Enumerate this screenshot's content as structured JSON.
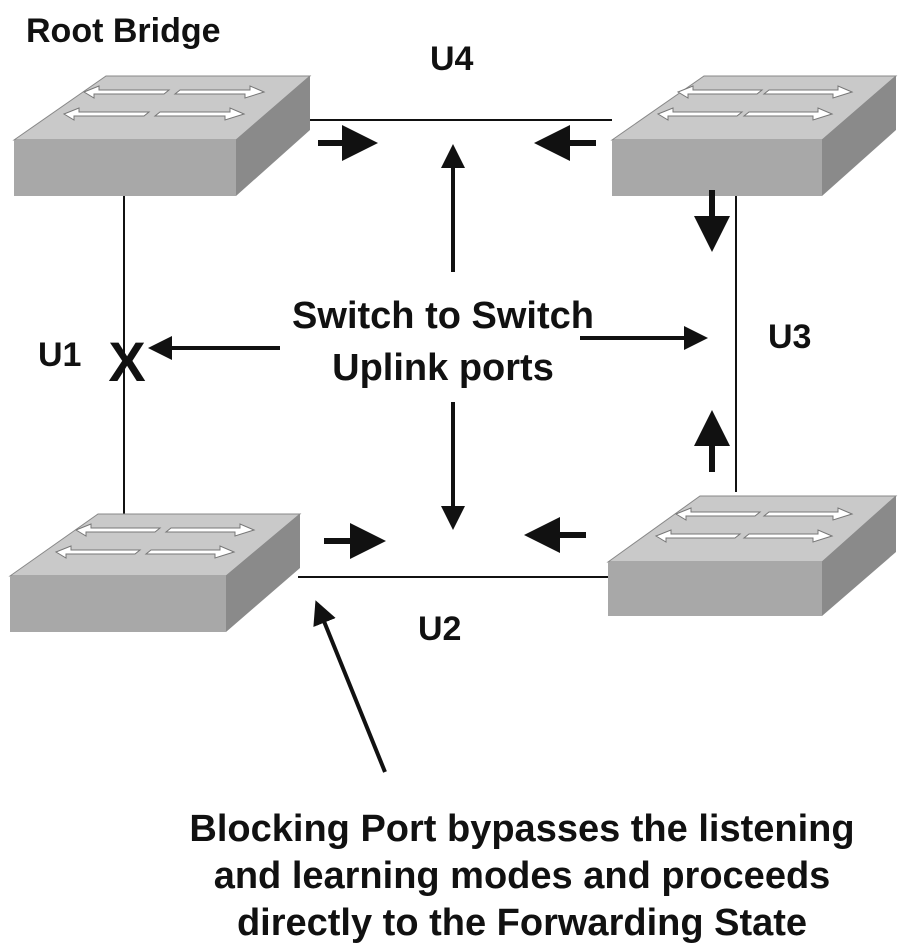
{
  "labels": {
    "root_bridge": "Root Bridge",
    "u1": "U1",
    "u2": "U2",
    "u3": "U3",
    "u4": "U4",
    "blocked_marker": "X"
  },
  "center_label": {
    "line1": "Switch to Switch",
    "line2": "Uplink ports"
  },
  "note": {
    "line1": "Blocking Port bypasses the listening",
    "line2": "and learning modes and proceeds",
    "line3": "directly to the Forwarding State"
  },
  "switches": [
    {
      "role": "root-bridge",
      "position": "top-left"
    },
    {
      "role": "switch",
      "position": "top-right"
    },
    {
      "role": "switch",
      "position": "bottom-left"
    },
    {
      "role": "switch",
      "position": "bottom-right"
    }
  ],
  "links": [
    {
      "name": "U1",
      "from": "top-left",
      "to": "bottom-left",
      "state": "blocking"
    },
    {
      "name": "U2",
      "from": "bottom-left",
      "to": "bottom-right",
      "state": "forwarding"
    },
    {
      "name": "U3",
      "from": "top-right",
      "to": "bottom-right",
      "state": "forwarding"
    },
    {
      "name": "U4",
      "from": "top-left",
      "to": "top-right",
      "state": "forwarding"
    }
  ],
  "colors": {
    "switch_top": "#c9c9c9",
    "switch_front": "#a8a8a8",
    "switch_side": "#8a8a8a",
    "switch_arrow": "#ffffff",
    "line": "#111111"
  }
}
